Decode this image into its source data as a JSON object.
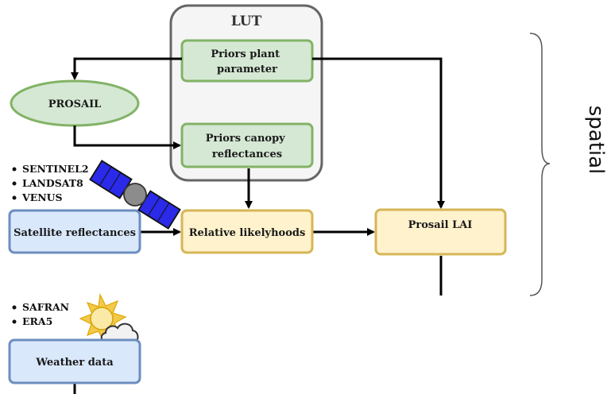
{
  "lut": {
    "title": "LUT"
  },
  "nodes": {
    "priors_plant": [
      "Priors plant",
      "parameter"
    ],
    "prosail": [
      "PROSAIL"
    ],
    "priors_canopy": [
      "Priors  canopy",
      "reflectances"
    ],
    "satellite": [
      "Satellite reflectances"
    ],
    "likelihoods": [
      "Relative likelyhoods"
    ],
    "prosail_lai": [
      "Prosail LAI"
    ],
    "weather": [
      "Weather data"
    ]
  },
  "satellite_sources": [
    "SENTINEL2",
    "LANDSAT8",
    "VENUS"
  ],
  "weather_sources": [
    "SAFRAN",
    "ERA5"
  ],
  "brace_label": "spatial",
  "colors": {
    "green_fill": "#d5e8d4",
    "green_stroke": "#82b366",
    "blue_fill": "#dae8fc",
    "blue_stroke": "#6c8ebf",
    "yellow_fill": "#fff2cc",
    "yellow_stroke": "#d6b656",
    "lut_fill": "#f5f5f5",
    "lut_stroke": "#666666",
    "arrow": "#000000"
  }
}
